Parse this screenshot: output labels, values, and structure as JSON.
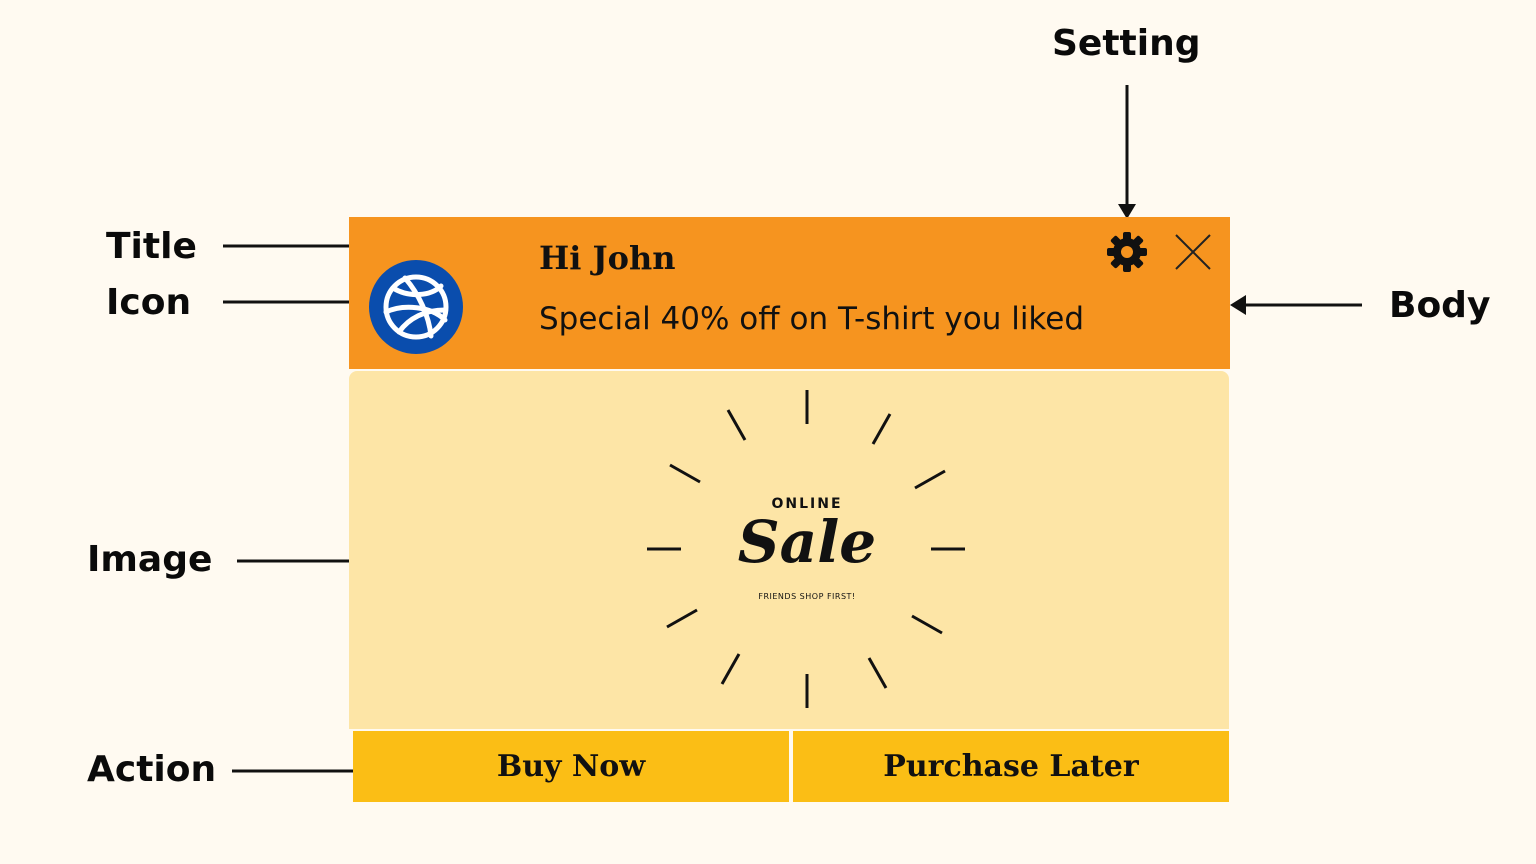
{
  "annotations": {
    "setting": "Setting",
    "title": "Title",
    "icon": "Icon",
    "body": "Body",
    "image": "Image",
    "action": "Action"
  },
  "notification": {
    "app_icon": "dribbble-icon",
    "title": "Hi John",
    "body": "Special 40% off on T-shirt you liked",
    "settings_icon": "gear-icon",
    "close_icon": "close-icon"
  },
  "image": {
    "kicker": "ONLINE",
    "headline": "Sale",
    "tagline": "FRIENDS SHOP FIRST!"
  },
  "actions": {
    "primary": "Buy Now",
    "secondary": "Purchase Later"
  },
  "colors": {
    "page_background": "#fffaf1",
    "header_background": "#f6941f",
    "image_background": "#fde5a6",
    "action_background": "#fbbe15",
    "icon_blue": "#0a4dad",
    "ink": "#111111"
  }
}
